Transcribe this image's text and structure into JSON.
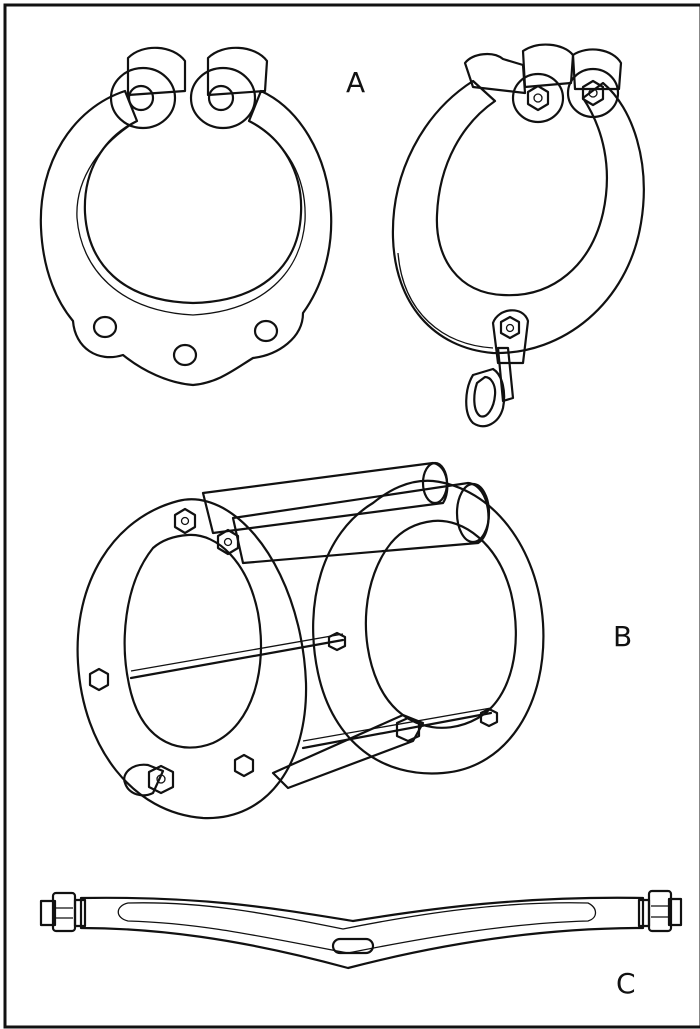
{
  "labels": {
    "a": "A",
    "b": "B",
    "c": "C"
  },
  "colors": {
    "line": "#111111",
    "fill_light": "#f4f4f4",
    "fill_shade": "#c9c9c9",
    "fill_dark": "#8a8a8a",
    "background": "#ffffff"
  }
}
